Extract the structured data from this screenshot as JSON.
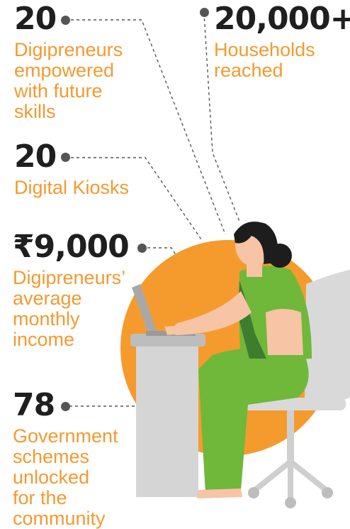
{
  "stats": [
    {
      "value": "20",
      "label": "Digipreneurs\nempowered\nwith future\nskills"
    },
    {
      "value": "20,000+",
      "label": "Households\nreached"
    },
    {
      "value": "20",
      "label": "Digital Kiosks"
    },
    {
      "value": "₹9,000",
      "label": "Digipreneurs’\naverage\nmonthly\nincome"
    },
    {
      "value": "78",
      "label": "Government\nschemes\nunlocked\nfor the\ncommunity"
    }
  ],
  "colors": {
    "accent": "#f39a2f",
    "number": "#1f1f1f",
    "connector": "#555555",
    "saree": "#6fb83a",
    "blouse": "#3e7d2e",
    "hair": "#1d1d1d",
    "skin": "#f7c4a5",
    "chair": "#d6d6d6"
  },
  "icons": [
    "connector-dot-icon",
    "woman-at-laptop-illustration"
  ]
}
